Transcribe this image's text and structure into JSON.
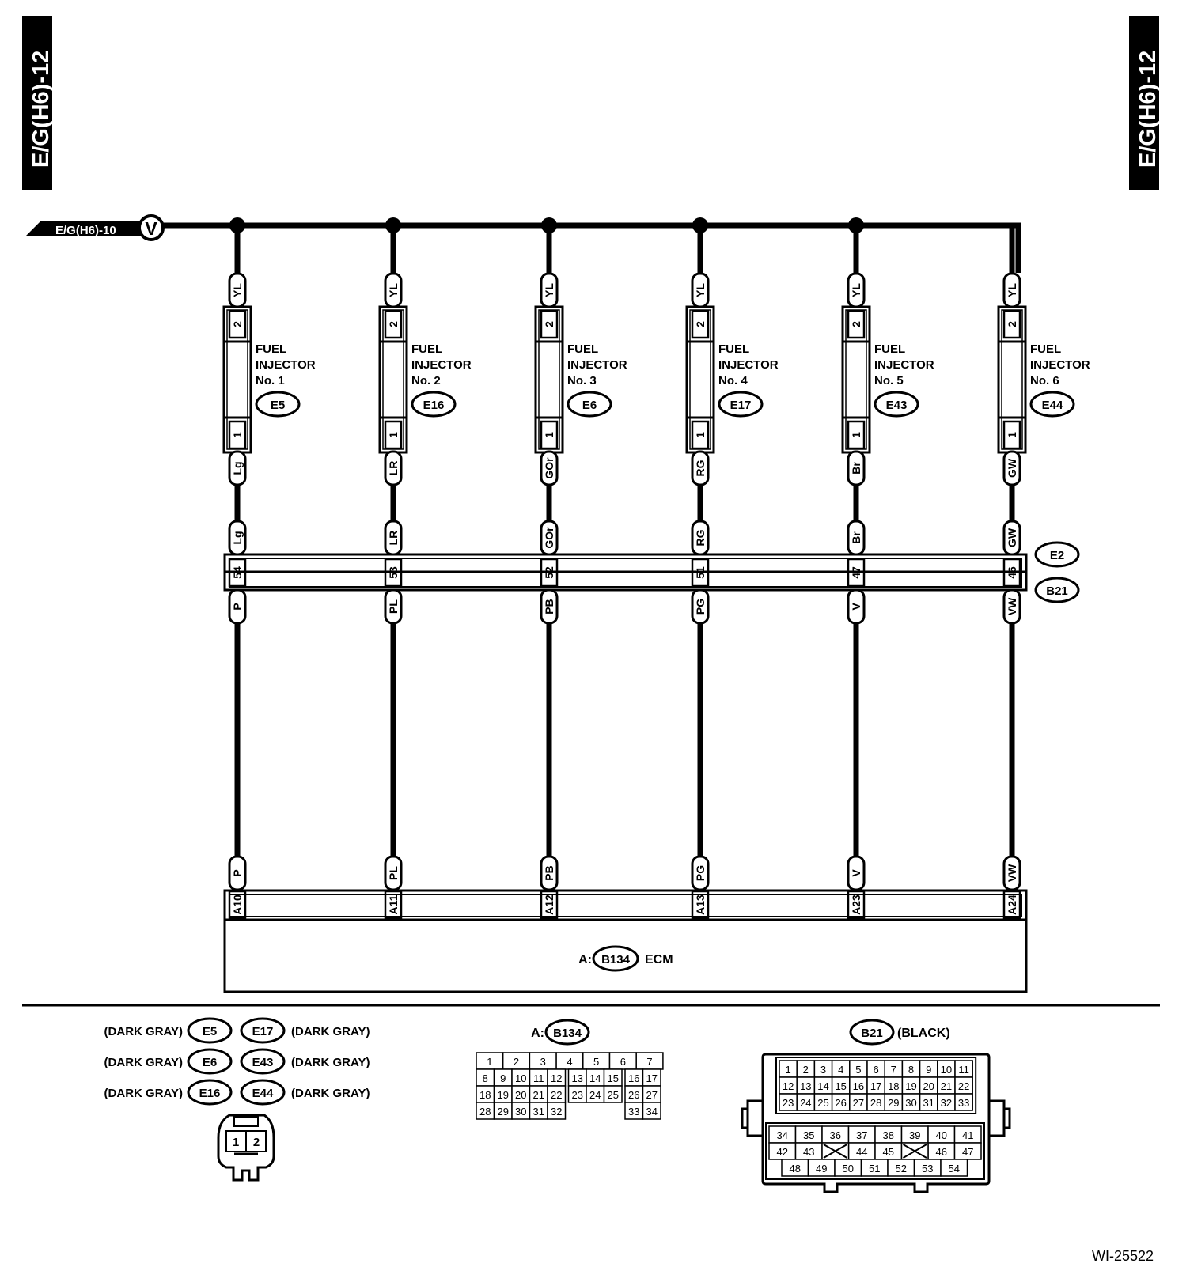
{
  "page_tab": "E/G(H6)-12",
  "bus_connector": {
    "label": "E/G(H6)-10",
    "letter": "V"
  },
  "top_wire_color": "YL",
  "top_pin": "2",
  "bottom_pin": "1",
  "label_line1": "FUEL",
  "label_line2": "INJECTOR",
  "injectors": [
    {
      "number": "No. 1",
      "connector": "E5",
      "lower_color": "Lg",
      "e2_pin": "54",
      "b21_color": "P",
      "ecm_pin": "A10"
    },
    {
      "number": "No. 2",
      "connector": "E16",
      "lower_color": "LR",
      "e2_pin": "53",
      "b21_color": "PL",
      "ecm_pin": "A11"
    },
    {
      "number": "No. 3",
      "connector": "E6",
      "lower_color": "GOr",
      "e2_pin": "52",
      "b21_color": "PB",
      "ecm_pin": "A12"
    },
    {
      "number": "No. 4",
      "connector": "E17",
      "lower_color": "RG",
      "e2_pin": "51",
      "b21_color": "PG",
      "ecm_pin": "A13"
    },
    {
      "number": "No. 5",
      "connector": "E43",
      "lower_color": "Br",
      "e2_pin": "47",
      "b21_color": "V",
      "ecm_pin": "A23"
    },
    {
      "number": "No. 6",
      "connector": "E44",
      "lower_color": "GW",
      "e2_pin": "46",
      "b21_color": "VW",
      "ecm_pin": "A24"
    }
  ],
  "joint_connectors": [
    "E2",
    "B21"
  ],
  "ecm": {
    "prefix": "A:",
    "connector": "B134",
    "name": "ECM"
  },
  "legend_color": "(DARK GRAY)",
  "legend_left": [
    "E5",
    "E6",
    "E16"
  ],
  "legend_right": [
    "E17",
    "E43",
    "E44"
  ],
  "small_connector_pins": [
    "1",
    "2"
  ],
  "b134_detail": {
    "prefix": "A:",
    "connector": "B134",
    "rows": [
      [
        "1",
        "2",
        "3",
        "4",
        "5",
        "6",
        "7"
      ],
      [
        "8",
        "9",
        "10",
        "11",
        "12",
        "13",
        "14",
        "15",
        "16",
        "17"
      ],
      [
        "18",
        "19",
        "20",
        "21",
        "22",
        "23",
        "24",
        "25",
        "26",
        "27"
      ],
      [
        "28",
        "29",
        "30",
        "31",
        "32",
        "33",
        "34"
      ]
    ]
  },
  "b21_detail": {
    "connector": "B21",
    "color": "(BLACK)",
    "upper_rows": [
      [
        "1",
        "2",
        "3",
        "4",
        "5",
        "6",
        "7",
        "8",
        "9",
        "10",
        "11"
      ],
      [
        "12",
        "13",
        "14",
        "15",
        "16",
        "17",
        "18",
        "19",
        "20",
        "21",
        "22"
      ],
      [
        "23",
        "24",
        "25",
        "26",
        "27",
        "28",
        "29",
        "30",
        "31",
        "32",
        "33"
      ]
    ],
    "lower_rows": [
      [
        "34",
        "35",
        "36",
        "37",
        "38",
        "39",
        "40",
        "41"
      ],
      [
        "42",
        "43",
        "44",
        "45",
        "46",
        "47"
      ],
      [
        "48",
        "49",
        "50",
        "51",
        "52",
        "53",
        "54"
      ]
    ]
  },
  "figure_id": "WI-25522"
}
